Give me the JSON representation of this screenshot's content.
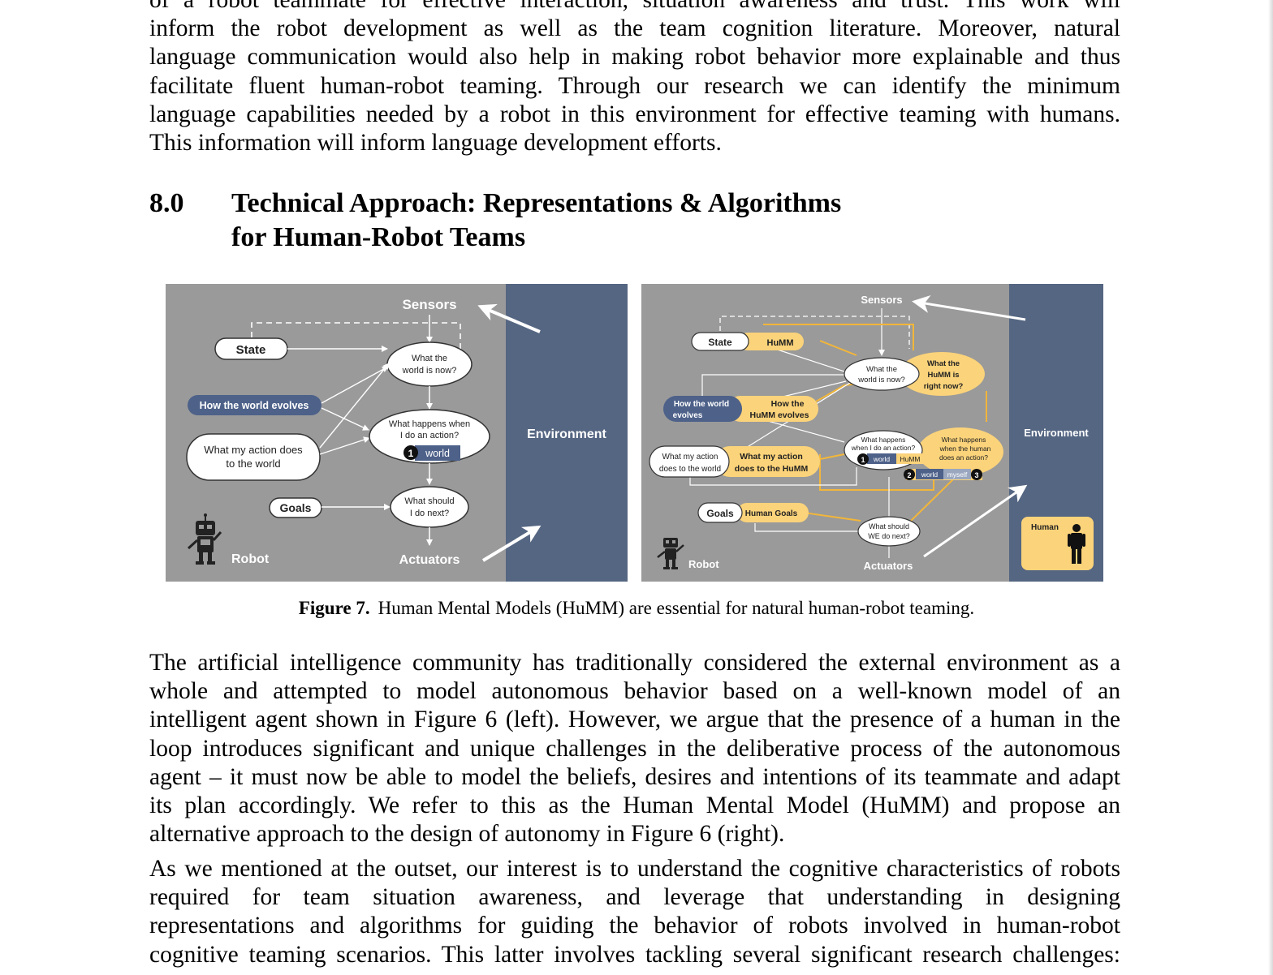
{
  "top_paragraph": {
    "lines": [
      "of a robot teammate for effective interaction, situation awareness and trust. This work will",
      "inform the robot development as well as the team cognition literature. Moreover, natural",
      "language communication would also help in making robot behavior more explainable and thus",
      "facilitate fluent human-robot teaming. Through our research we can identify the minimum",
      "language capabilities needed by a robot in this environment for effective teaming with humans.",
      "This information will inform language development efforts."
    ]
  },
  "section": {
    "number": "8.0",
    "title_line1": "Technical Approach: Representations & Algorithms",
    "title_line2": "for Human-Robot Teams"
  },
  "figure": {
    "left": {
      "sensors": "Sensors",
      "environment": "Environment",
      "state": "State",
      "world_now_1": "What the",
      "world_now_2": "world is now?",
      "world_evolves": "How the world evolves",
      "action_does_1": "What my action does",
      "action_does_2": "to the world",
      "happens_1": "What happens when",
      "happens_2": "I do an action?",
      "badge_1": "1",
      "world_tag": "world",
      "goals": "Goals",
      "next_1": "What should",
      "next_2": "I do next?",
      "robot": "Robot",
      "actuators": "Actuators"
    },
    "right": {
      "sensors": "Sensors",
      "environment": "Environment",
      "state": "State",
      "humm": "HuMM",
      "world_now_1": "What the",
      "world_now_2": "world is now?",
      "humm_now_1": "What the",
      "humm_now_2": "HuMM is",
      "humm_now_3": "right now?",
      "world_evolves_1": "How the world",
      "world_evolves_2": "evolves",
      "humm_evolves_1": "How the",
      "humm_evolves_2": "HuMM evolves",
      "action_world_1": "What my action",
      "action_world_2": "does to the world",
      "action_humm_1": "What my action",
      "action_humm_2": "does to the HuMM",
      "happens_1": "What happens",
      "happens_2": "when I do an action?",
      "human_action_1": "What happens",
      "human_action_2": "when the human",
      "human_action_3": "does an action?",
      "badge_1": "1",
      "badge_2": "2",
      "badge_3": "3",
      "world_tag": "world",
      "humm_tag": "HuMM",
      "world_tag_2": "world",
      "myself_tag": "myself",
      "goals": "Goals",
      "human_goals": "Human Goals",
      "next_1": "What should",
      "next_2": "WE do next?",
      "robot": "Robot",
      "actuators": "Actuators",
      "human": "Human"
    },
    "colors": {
      "panel_gray": "#9a9a9a",
      "environment_blue": "#556682",
      "humm_yellow": "#fbd37a",
      "humm_line": "#f2b63a",
      "tag_blue": "#4d6189"
    },
    "caption_label": "Figure 7.",
    "caption_text": "Human Mental Models (HuMM) are essential for natural human-robot teaming."
  },
  "paragraph_2": {
    "lines": [
      "The artificial intelligence community has traditionally considered the external environment as a",
      "whole and attempted to model autonomous behavior based on a well-known model of an",
      "intelligent agent shown in Figure 6 (left). However, we argue that the presence of a human in the",
      "loop introduces significant and unique challenges in the deliberative process of the autonomous",
      "agent – it must now be able to model the beliefs, desires and intentions of its teammate and adapt",
      "its plan accordingly. We refer to this as the Human Mental Model (HuMM) and propose an",
      "alternative approach to the design of autonomy in Figure 6 (right)."
    ]
  },
  "paragraph_3": {
    "lines": [
      "As we mentioned at the outset, our interest is to understand the cognitive characteristics of robots",
      "required for team situation awareness, and leverage that understanding in designing",
      "representations and algorithms for guiding the behavior of robots involved in human-robot",
      "cognitive teaming scenarios. This latter involves tackling several significant research challenges:"
    ]
  }
}
